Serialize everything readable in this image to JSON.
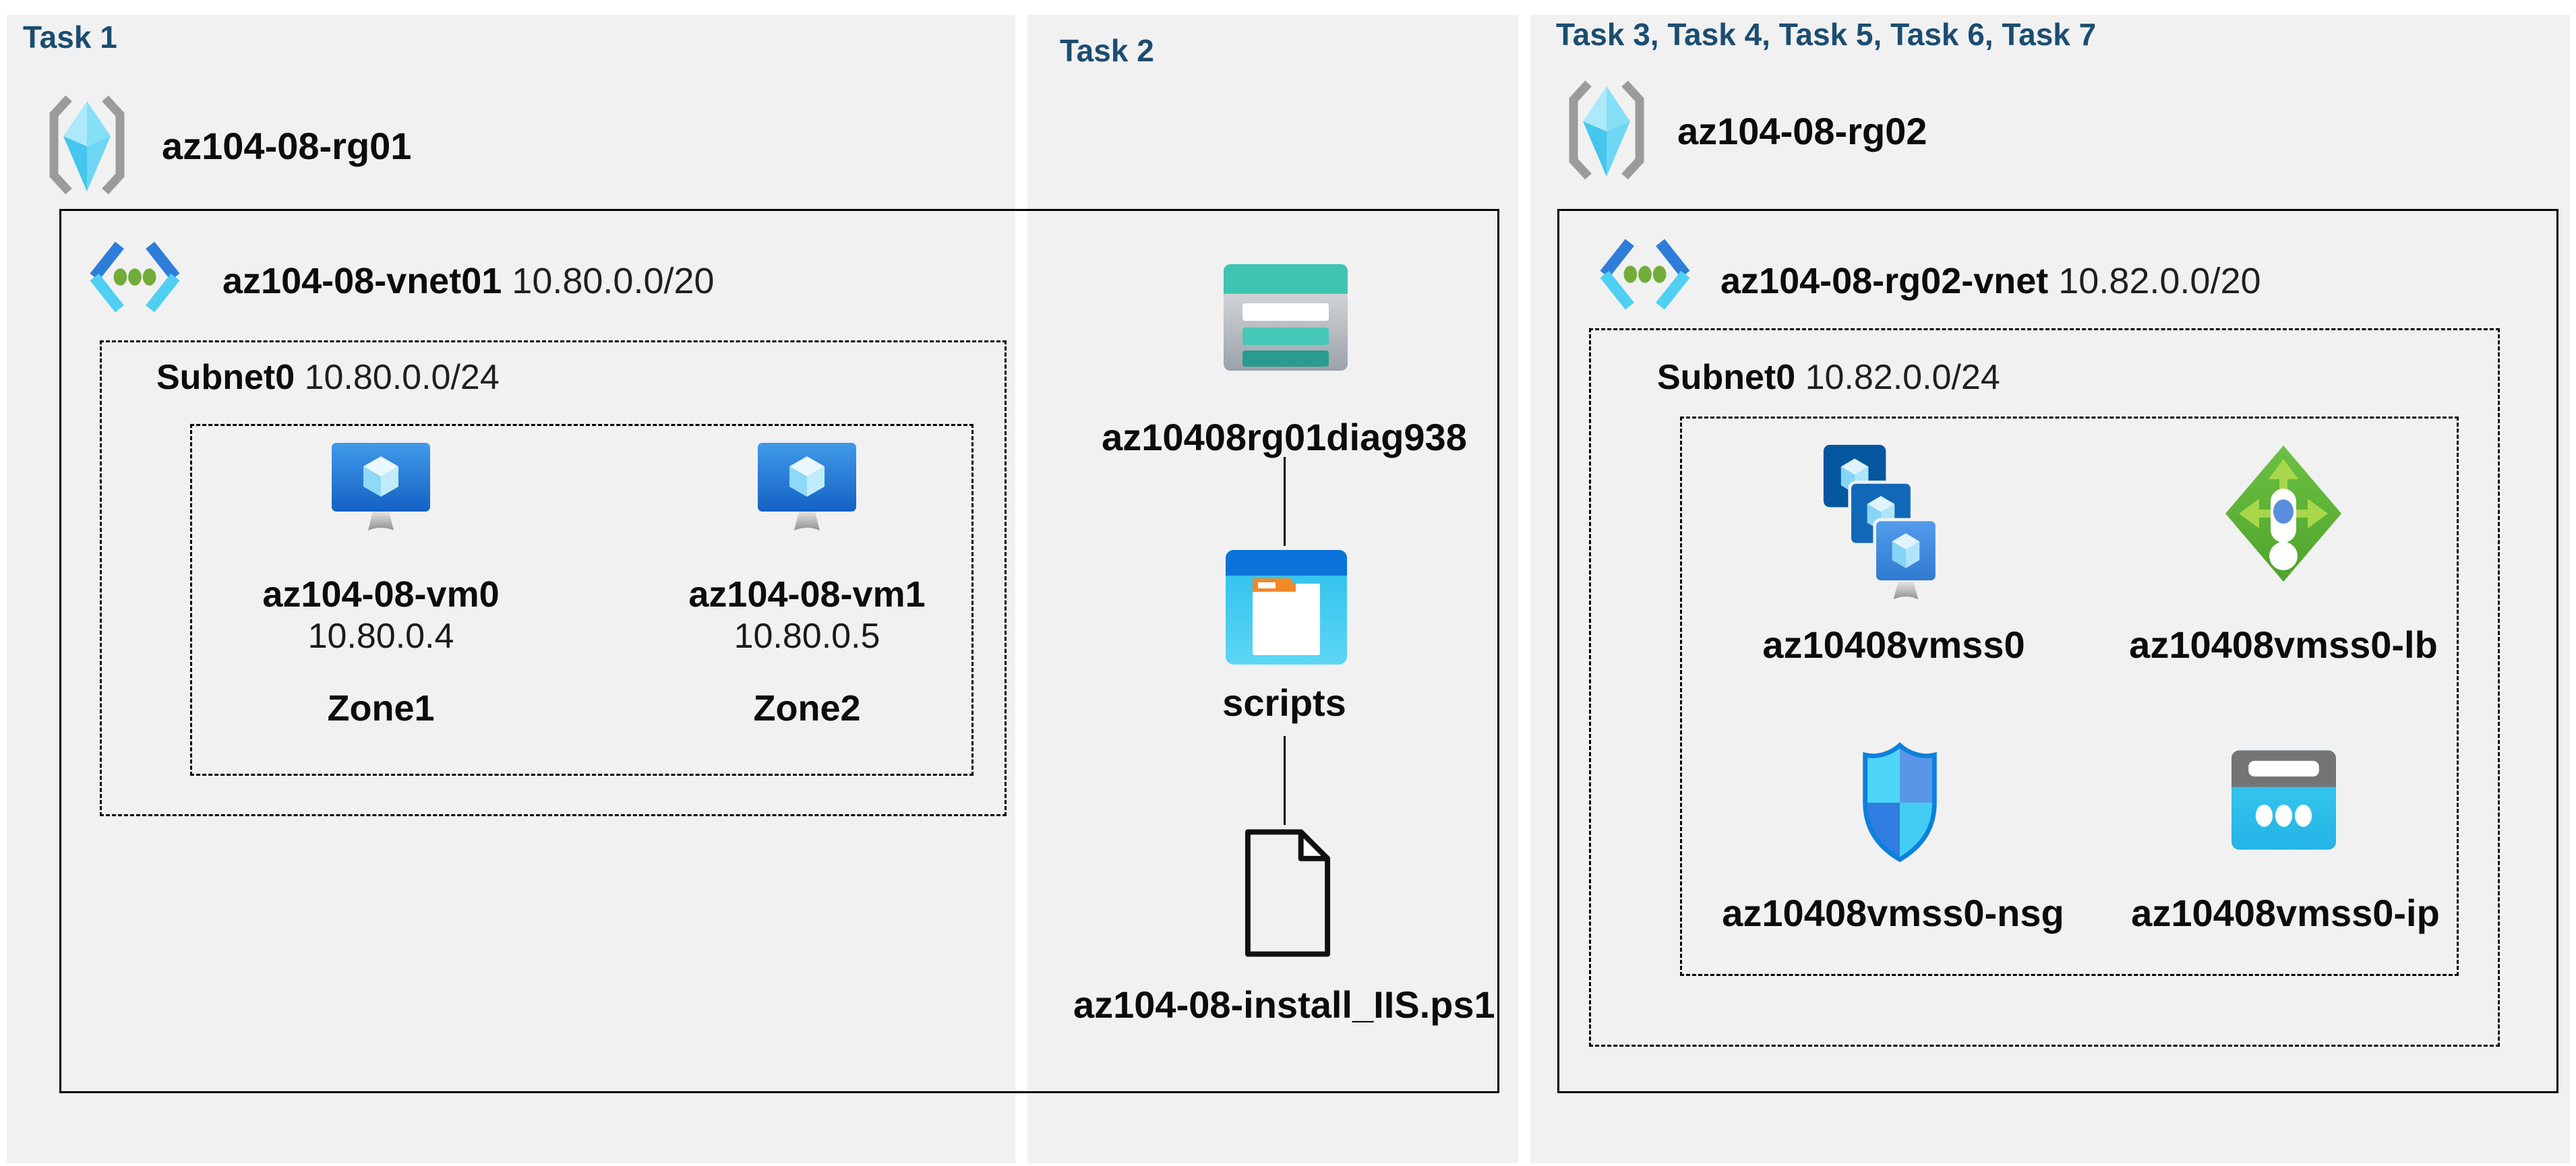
{
  "panels": {
    "task1": {
      "title": "Task 1",
      "resource_group": "az104-08-rg01",
      "vnet": {
        "name": "az104-08-vnet01",
        "cidr": "10.80.0.0/20"
      },
      "subnet": {
        "name": "Subnet0",
        "cidr": "10.80.0.0/24"
      },
      "vms": [
        {
          "name": "az104-08-vm0",
          "ip": "10.80.0.4",
          "zone": "Zone1"
        },
        {
          "name": "az104-08-vm1",
          "ip": "10.80.0.5",
          "zone": "Zone2"
        }
      ]
    },
    "task2": {
      "title": "Task 2",
      "storage_account": "az10408rg01diag938",
      "container": "scripts",
      "script_file": "az104-08-install_IIS.ps1"
    },
    "task3": {
      "title": "Task 3, Task 4, Task 5, Task 6, Task 7",
      "resource_group": "az104-08-rg02",
      "vnet": {
        "name": "az104-08-rg02-vnet",
        "cidr": "10.82.0.0/20"
      },
      "subnet": {
        "name": "Subnet0",
        "cidr": "10.82.0.0/24"
      },
      "resources": [
        {
          "name": "az10408vmss0",
          "type": "vm-scale-set"
        },
        {
          "name": "az10408vmss0-lb",
          "type": "load-balancer"
        },
        {
          "name": "az10408vmss0-nsg",
          "type": "network-security-group"
        },
        {
          "name": "az10408vmss0-ip",
          "type": "public-ip"
        }
      ]
    }
  },
  "colors": {
    "title_navy": "#1b4d71",
    "panel_gray": "#f1f1f2",
    "border_black": "#000000",
    "azure_blue": "#1461c4",
    "cyan": "#4fd0f3",
    "storage_teal": "#3ec5b2",
    "folder_blue": "#0b73d9",
    "folder_orange": "#f08a28",
    "lb_green": "#5cb335",
    "nsg_blue_border": "#0d80dc",
    "vnet_green_dot": "#72ad3a"
  }
}
